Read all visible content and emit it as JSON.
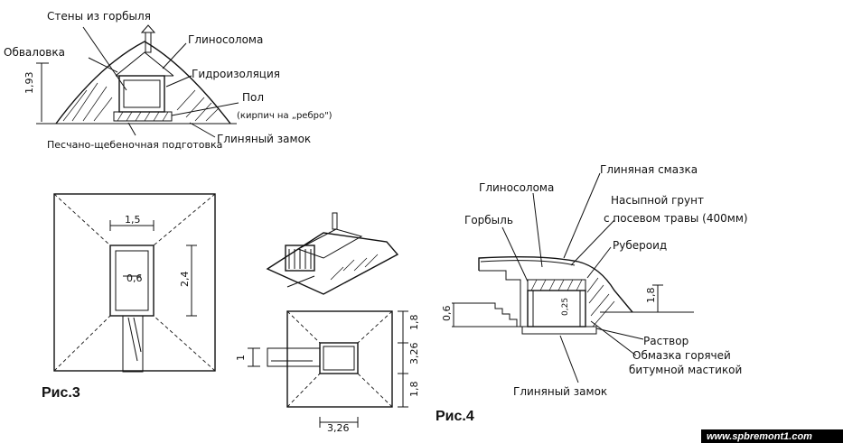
{
  "labels": {
    "top_section": {
      "walls": "Стены из горбыля",
      "embankment": "Обваловка",
      "clay_straw": "Глиносолома",
      "waterproofing": "Гидроизоляция",
      "floor": "Пол",
      "floor_note": "(кирпич на „ребро\")",
      "sand_gravel": "Песчано-щебеночная подготовка",
      "clay_lock": "Глиняный замок",
      "height_dim": "1,93"
    },
    "fig3": {
      "caption": "Рис.3",
      "width_dim": "1,5",
      "inner_dim": "0,6",
      "length_dim": "2,4",
      "side_dim_1": "1,8",
      "side_dim_2": "3,26",
      "side_dim_3": "1,8",
      "bottom_dim": "3,26",
      "left_dim": "1"
    },
    "fig4": {
      "caption": "Рис.4",
      "clay_straw": "Глиносолома",
      "clay_coat": "Глиняная смазка",
      "fill_soil_1": "Насыпной грунт",
      "fill_soil_2": "с посевом травы (400мм)",
      "slab": "Горбыль",
      "roofing": "Рубероид",
      "mortar": "Раствор",
      "bitumen_1": "Обмазка горячей",
      "bitumen_2": "битумной мастикой",
      "clay_lock": "Глиняный замок",
      "dim_right": "1,8",
      "dim_left": "0,6",
      "dim_inner": "0,25"
    },
    "watermark": "www.spbremont1.com"
  }
}
